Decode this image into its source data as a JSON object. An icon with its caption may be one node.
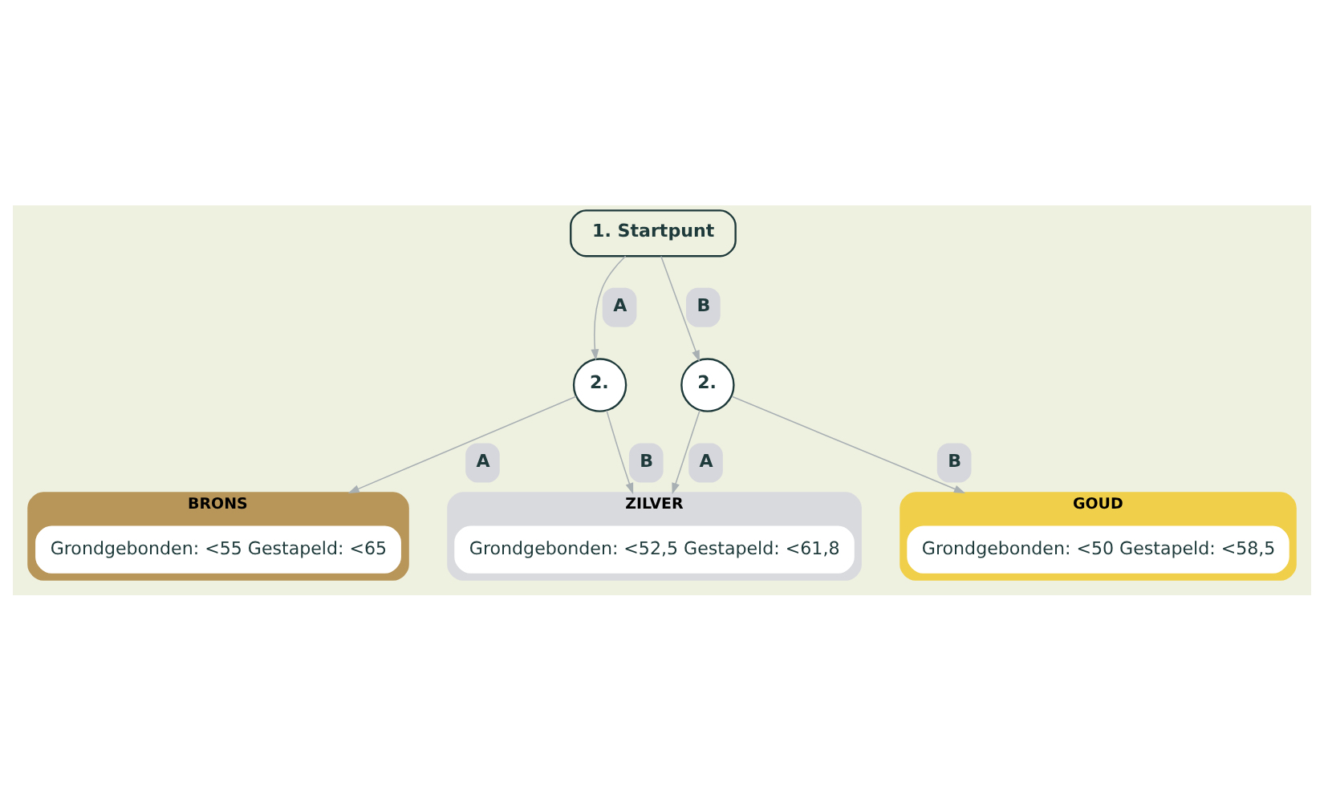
{
  "diagram": {
    "nodes": [
      {
        "text": [
          "1. Startpunt"
        ]
      },
      {
        "text": [
          "2."
        ]
      },
      {
        "text": [
          "2."
        ]
      },
      {
        "text": [
          "BRONS"
        ]
      },
      {
        "text": [
          "Grondgebonden: <55 Gestapeld: <65"
        ],
        "in": 3
      },
      {
        "text": [
          "ZILVER"
        ]
      },
      {
        "text": [
          "Grondgebonden: <52,5 Gestapeld: <61,8"
        ],
        "in": 5
      },
      {
        "text": [
          "GOUD"
        ]
      },
      {
        "text": [
          "Grondgebonden: <50 Gestapeld: <58,5"
        ],
        "in": 7
      }
    ],
    "edges": [
      {
        "from": 0,
        "to": 1,
        "arrow": "to",
        "label": "A"
      },
      {
        "from": 0,
        "to": 2,
        "arrow": "to",
        "label": "B"
      },
      {
        "from": 1,
        "to": 3,
        "arrow": "to",
        "label": "A"
      },
      {
        "from": 1,
        "to": 5,
        "arrow": "to",
        "label": "B"
      },
      {
        "from": 2,
        "to": 5,
        "arrow": "to",
        "label": "A"
      },
      {
        "from": 2,
        "to": 7,
        "arrow": "to",
        "label": "B"
      }
    ]
  }
}
